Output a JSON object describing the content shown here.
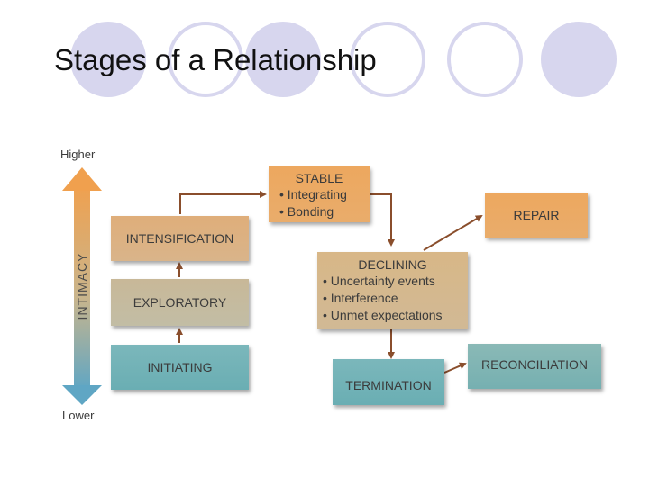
{
  "slide": {
    "title": "Stages of a Relationship"
  },
  "diagram": {
    "axis": {
      "top_label": "Higher",
      "bottom_label": "Lower",
      "side_label": "INTIMACY"
    },
    "stages": {
      "intensification": "INTENSIFICATION",
      "exploratory": "EXPLORATORY",
      "initiating": "INITIATING",
      "stable": {
        "title": "STABLE",
        "items": [
          "Integrating",
          "Bonding"
        ]
      },
      "declining": {
        "title": "DECLINING",
        "items": [
          "Uncertainty events",
          "Interference",
          "Unmet expectations"
        ]
      },
      "repair": "REPAIR",
      "termination": "TERMINATION",
      "reconciliation": "RECONCILIATION"
    },
    "colors": {
      "arrow": "#8a4e2c",
      "axis_top": "#f0a04e",
      "axis_bottom": "#5fa6c4",
      "circle": "#d7d6ee"
    }
  }
}
